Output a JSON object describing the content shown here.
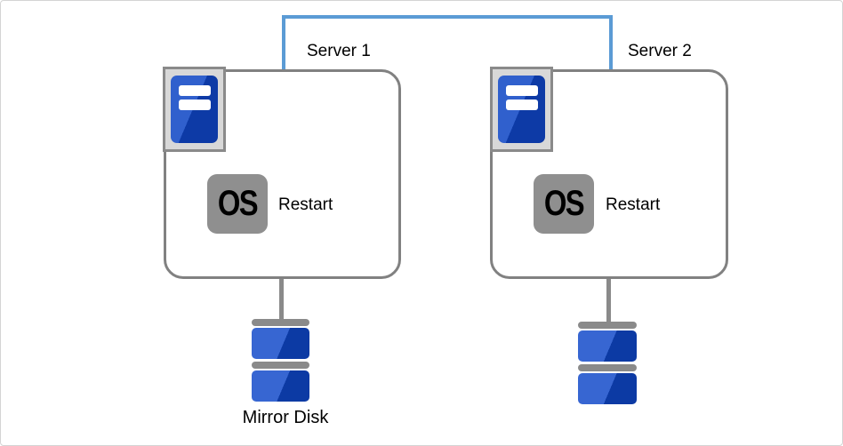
{
  "diagram": {
    "title_hint": "two-server mirror disk cluster with OS restart",
    "colors": {
      "interconnect_blue": "#5B9BD5",
      "line_gray": "#8a8a8a",
      "box_border_gray": "#818181",
      "disk_blue_light": "#3766D2",
      "disk_blue_dark": "#0C3AA4",
      "os_badge_gray": "#8F8F8F",
      "icon_plate_gray": "#d8d8d8"
    }
  },
  "server1": {
    "label": "Server 1",
    "os_label": "OS",
    "action_label": "Restart"
  },
  "server2": {
    "label": "Server 2",
    "os_label": "OS",
    "action_label": "Restart"
  },
  "storage": {
    "mirror_disk_label": "Mirror Disk"
  }
}
